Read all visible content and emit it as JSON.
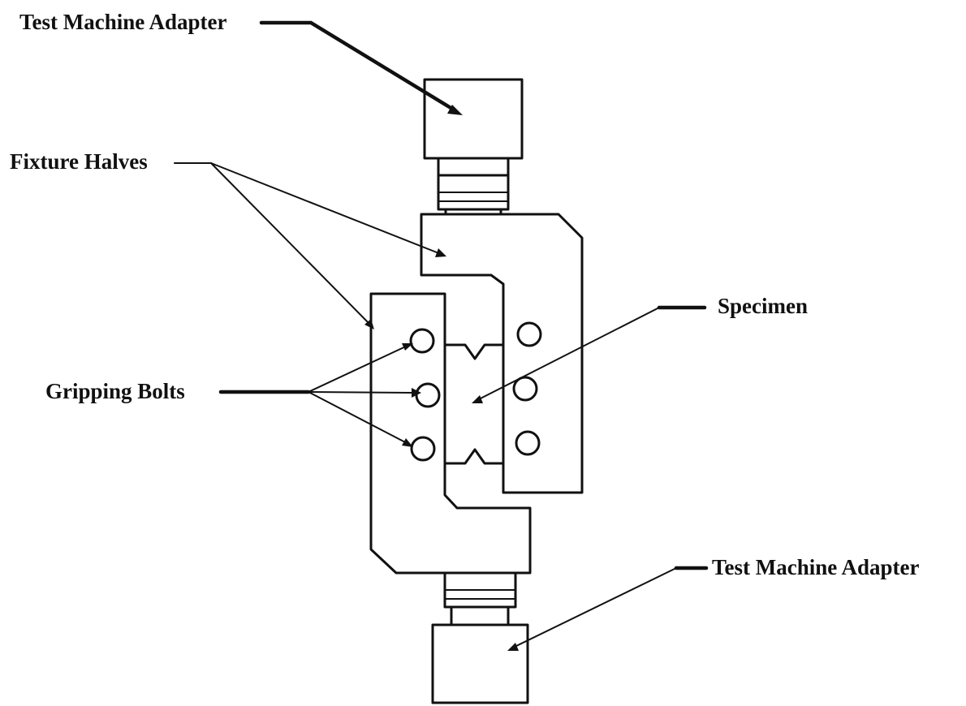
{
  "labels": {
    "test_machine_adapter_top": "Test Machine Adapter",
    "fixture_halves": "Fixture Halves",
    "specimen": "Specimen",
    "gripping_bolts": "Gripping Bolts",
    "test_machine_adapter_bottom": "Test Machine Adapter"
  },
  "colors": {
    "ink": "#111111",
    "background": "#ffffff"
  }
}
